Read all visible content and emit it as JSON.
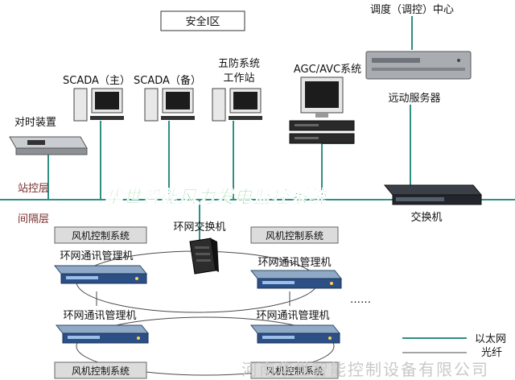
{
  "security_zone": "安全I区",
  "dispatch_center": "调度（调控）中心",
  "scada_main": "SCADA（主）",
  "scada_backup": "SCADA（备）",
  "five_prevention_line1": "五防系统",
  "five_prevention_line2": "工作站",
  "agc_avc": "AGC/AVC系统",
  "remote_server": "远动服务器",
  "time_sync": "对时装置",
  "station_layer": "站控层",
  "bay_layer": "间隔层",
  "banner": "华世智能风力发电监控系统",
  "switch": "交换机",
  "ring_switch": "环网交换机",
  "turbine_control": "风机控制系统",
  "ring_manager": "环网通讯管理机",
  "ellipsis": "……",
  "legend": {
    "ethernet": "以太网",
    "fiber": "光纤"
  },
  "watermark": "河南华世智能控制设备有限公司",
  "colors": {
    "ethernet_line": "#2f8f83",
    "fiber_line": "#4a4a4a",
    "banner": "#29b34a",
    "zone_label": "#7a2d2d"
  }
}
